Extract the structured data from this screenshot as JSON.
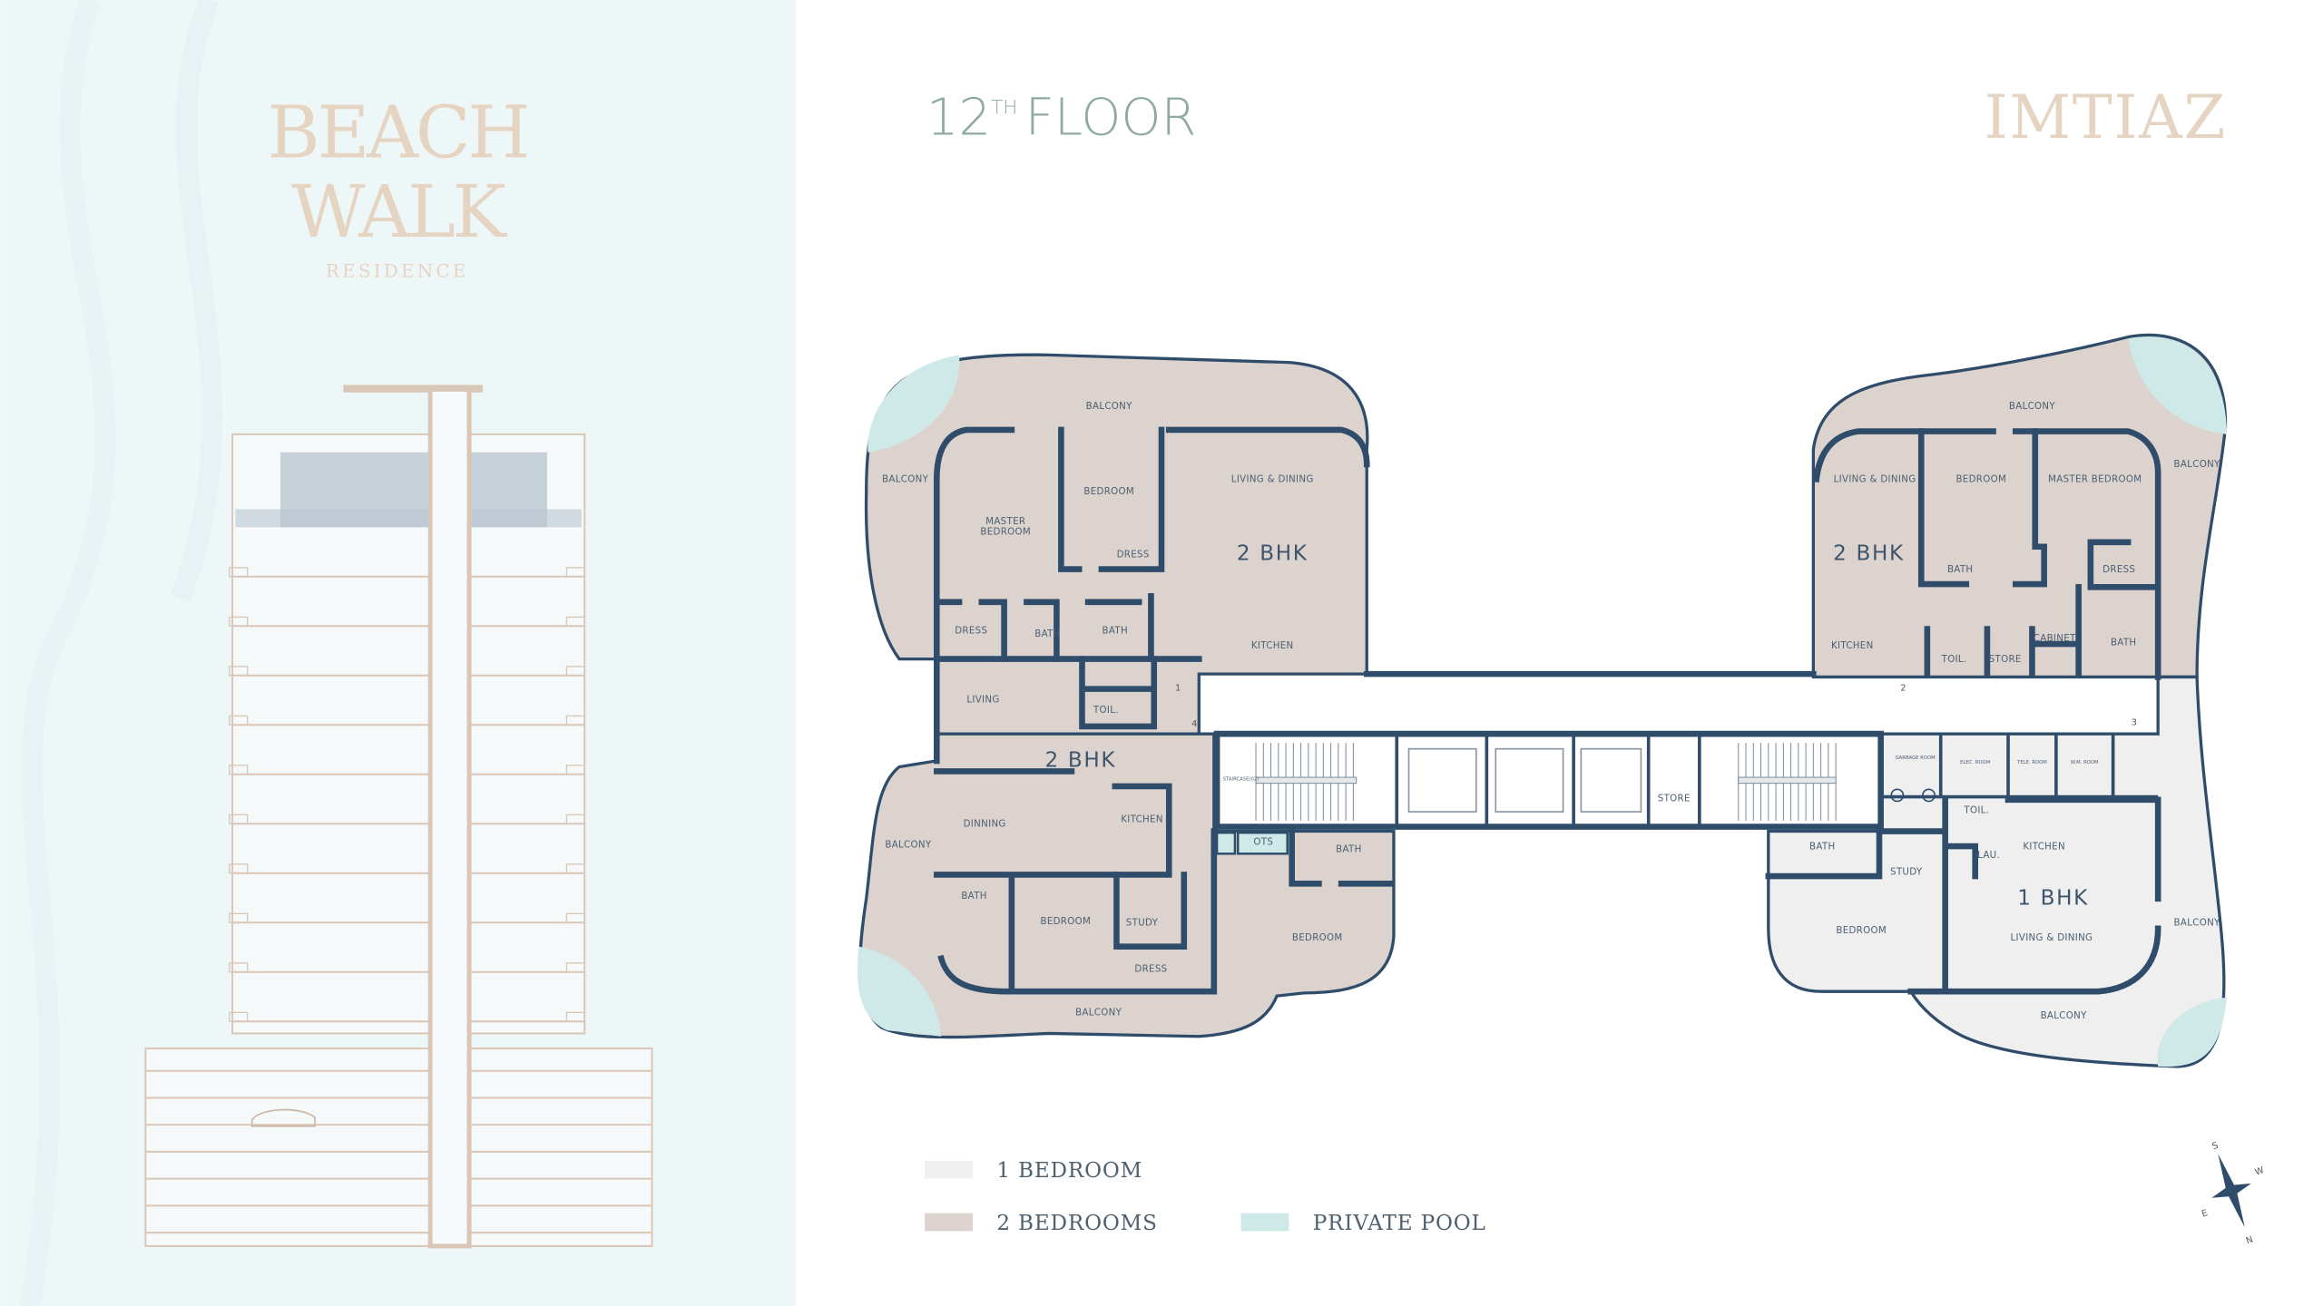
{
  "branding": {
    "project_line1": "BEACH",
    "project_line2": "WALK",
    "project_line3": "RESIDENCE",
    "developer": "IMTIAZ"
  },
  "header": {
    "floor_number": "12",
    "floor_suffix": "TH",
    "floor_word": "FLOOR"
  },
  "plan": {
    "units": [
      "2 BHK",
      "2 BHK",
      "2 BHK",
      "1 BHK"
    ],
    "doors": [
      "1",
      "2",
      "3",
      "4"
    ],
    "rooms": [
      "BALCONY",
      "BALCONY",
      "MASTER",
      "BEDROOM",
      "BEDROOM",
      "DRESS",
      "LIVING & DINING",
      "DRESS",
      "BATH",
      "BATH",
      "KITCHEN",
      "LIVING",
      "TOIL.",
      "DINNING",
      "KITCHEN",
      "BALCONY",
      "BATH",
      "BEDROOM",
      "STUDY",
      "DRESS",
      "BATH",
      "BEDROOM",
      "BALCONY",
      "OTS",
      "STORE",
      "BALCONY",
      "BALCONY",
      "LIVING & DINING",
      "BEDROOM",
      "MASTER BEDROOM",
      "BATH",
      "DRESS",
      "CABINET",
      "BATH",
      "KITCHEN",
      "TOIL.",
      "STORE",
      "BATH",
      "STUDY",
      "TOIL.",
      "LAU.",
      "KITCHEN",
      "BEDROOM",
      "LIVING & DINING",
      "BALCONY",
      "BALCONY"
    ],
    "service_rooms": [
      "GARBAGE ROOM",
      "ELEC. ROOM",
      "TELE. ROOM",
      "W.M. ROOM",
      "STAIRCASE(02)"
    ]
  },
  "legend": {
    "items": [
      {
        "label": "1 BEDROOM",
        "color": "#efefef"
      },
      {
        "label": "2 BEDROOMS",
        "color": "#dcd3ce"
      },
      {
        "label": "PRIVATE POOL",
        "color": "#cfe8e8"
      }
    ]
  },
  "compass": {
    "n": "N",
    "s": "S",
    "e": "E",
    "w": "W"
  },
  "colors": {
    "wall": "#2f4d6b",
    "two_bed": "#dcd3ce",
    "one_bed": "#efefef",
    "pool": "#cfe8e8",
    "panel": "#eef7f8",
    "brand": "#e6d4c3"
  }
}
